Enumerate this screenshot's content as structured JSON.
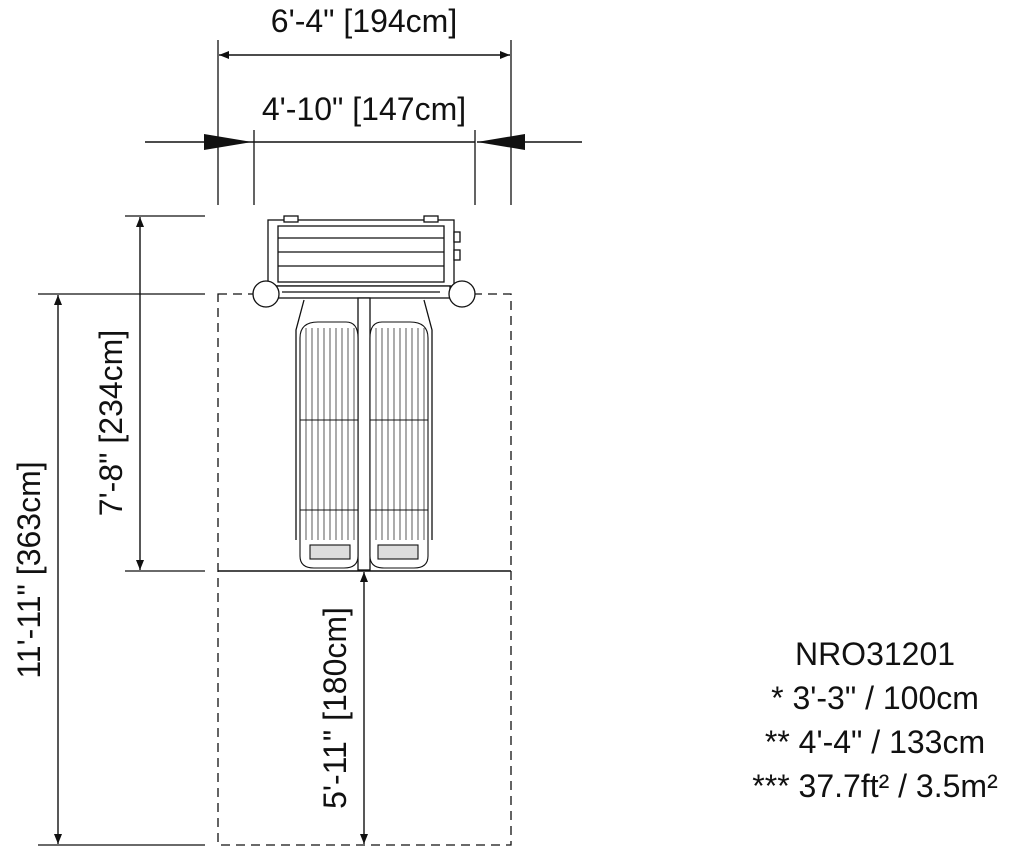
{
  "dimensions": {
    "overall_width": "6'-4\" [194cm]",
    "equipment_width": "4'-10\" [147cm]",
    "overall_length": "11'-11\" [363cm]",
    "equipment_length": "7'-8\" [234cm]",
    "clearance_length": "5'-11\" [180cm]"
  },
  "legend": {
    "model": "NRO31201",
    "line1": "* 3'-3\" / 100cm",
    "line2": "** 4'-4\" / 133cm",
    "line3": "*** 37.7ft² / 3.5m²"
  },
  "colors": {
    "ink": "#111111",
    "background": "#ffffff"
  }
}
